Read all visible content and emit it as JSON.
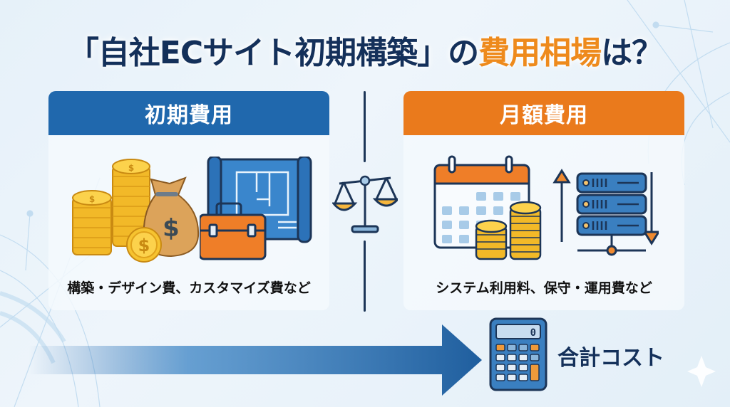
{
  "title": {
    "prefix": "「自社ECサイト初期構築」の",
    "accent": "費用相場",
    "suffix": "は？",
    "colors": {
      "main": "#14305a",
      "accent": "#ee8a1c"
    }
  },
  "panels": [
    {
      "id": "initial",
      "header": "初期費用",
      "color": "#2068ad",
      "caption": "構築・デザイン費、カスタマイズ費など",
      "icons": [
        "coin-stack-icon",
        "money-bag-icon",
        "blueprint-icon",
        "toolbox-icon"
      ]
    },
    {
      "id": "monthly",
      "header": "月額費用",
      "color": "#ea7a1c",
      "caption": "システム利用料、保守・運用費など",
      "icons": [
        "calendar-icon",
        "coin-stack-icon",
        "server-icon",
        "up-down-arrows-icon"
      ]
    }
  ],
  "center": {
    "icon": "balance-scale-icon"
  },
  "footer": {
    "arrow_icon": "right-arrow-icon",
    "calculator_icon": "calculator-icon",
    "calculator_display": "0",
    "label": "合計コスト"
  }
}
